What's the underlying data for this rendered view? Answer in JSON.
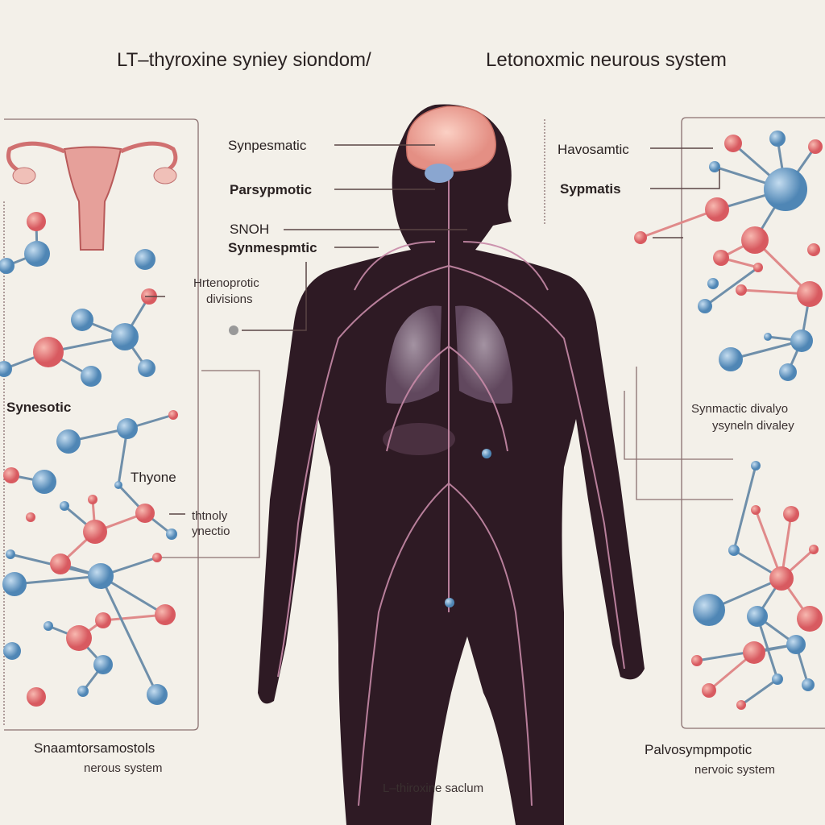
{
  "titles": {
    "left": "LT–thyroxine syniey siondom/",
    "right": "Letonoxmic neurous system"
  },
  "labels": {
    "synpesmatic": "Synpesmatic",
    "parsypmotic": "Parsypmotic",
    "snoh": "SNOH",
    "synmespmtic": "Synmespmtic",
    "hrtenoprotic_1": "Hrtenoprotic",
    "hrtenoprotic_2": "divisions",
    "havosamtic": "Havosamtic",
    "sypmatis": "Sypmatis",
    "synesotic": "Synesotic",
    "thyone": "Thyone",
    "thtnoly_1": "thtnoly",
    "thtnoly_2": "ynectio",
    "synmactic_1": "Synmactic divalyo",
    "synmactic_2": "ysyneln divaley"
  },
  "captions": {
    "left_1": "Snaamtorsamostols",
    "left_2": "nerous system",
    "center": "L–thiroxine saclum",
    "right_1": "Palvosympmpotic",
    "right_2": "nervoic system"
  },
  "colors": {
    "background": "#f3f0e9",
    "body": "#2e1a24",
    "nerve": "#c88aa8",
    "brain": "#f0a898",
    "atom_red": "#e07070",
    "atom_blue": "#6fa0c8"
  }
}
